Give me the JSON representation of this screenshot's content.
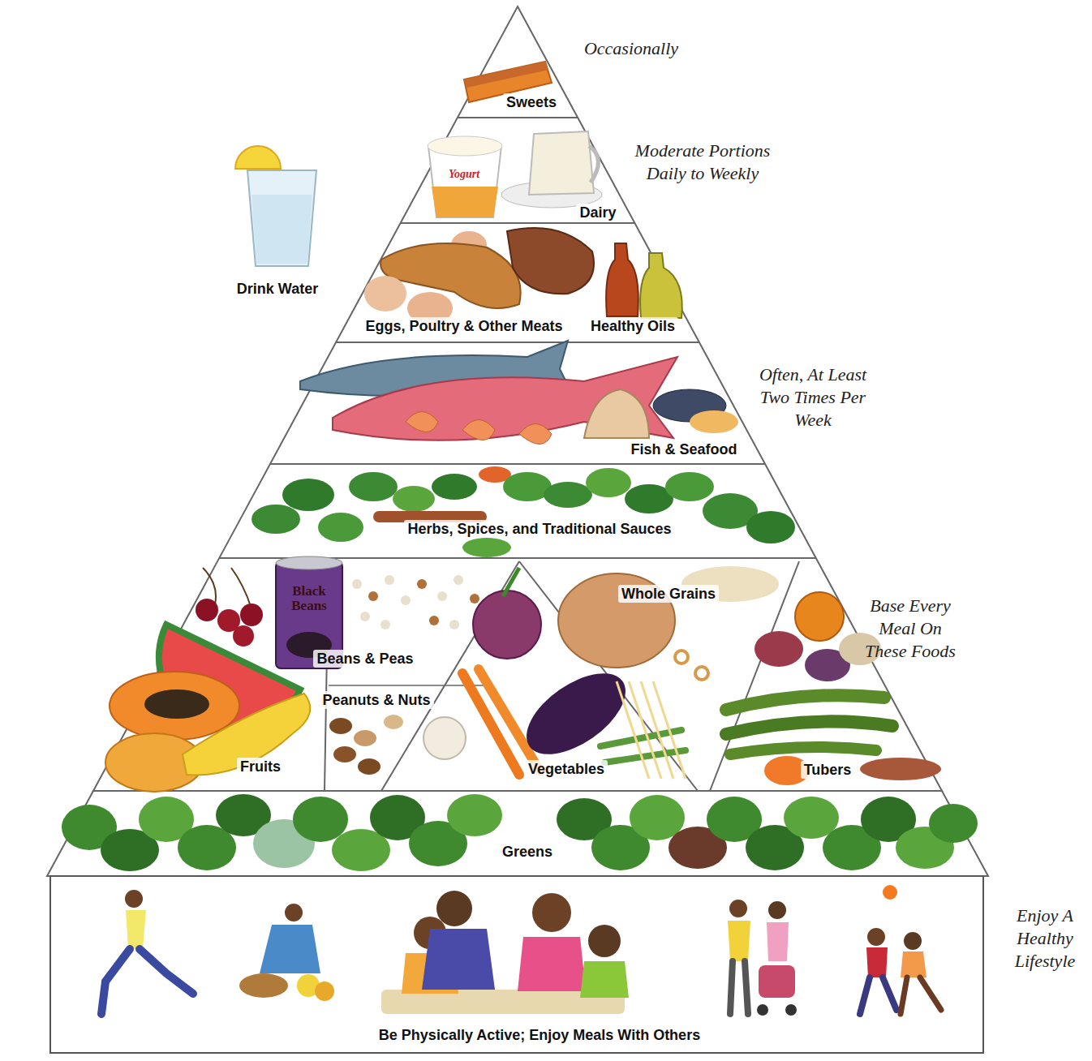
{
  "diagram": {
    "nodes": [
      {
        "text": [
          "Sweets"
        ]
      },
      {
        "text": [
          "Dairy"
        ]
      },
      {
        "text": [
          "Eggs, Poultry & Other Meats"
        ]
      },
      {
        "text": [
          "Healthy Oils"
        ]
      },
      {
        "text": [
          "Fish & Seafood"
        ]
      },
      {
        "text": [
          "Herbs, Spices, and Traditional Sauces"
        ]
      },
      {
        "text": [
          "Beans & Peas"
        ]
      },
      {
        "text": [
          "Peanuts & Nuts"
        ]
      },
      {
        "text": [
          "Whole Grains"
        ]
      },
      {
        "text": [
          "Fruits"
        ]
      },
      {
        "text": [
          "Vegetables"
        ]
      },
      {
        "text": [
          "Tubers"
        ]
      },
      {
        "text": [
          "Greens"
        ]
      },
      {
        "text": [
          "Be Physically Active; Enjoy Meals With Others"
        ]
      }
    ],
    "labels": [
      "Occasionally",
      "Moderate Portions Daily to Weekly",
      "Often, At Least Two Times Per Week",
      "Base Every Meal On These Foods",
      "Enjoy A Healthy Lifestyle",
      "Drink Water",
      "Yogurt",
      "Black Beans"
    ]
  }
}
